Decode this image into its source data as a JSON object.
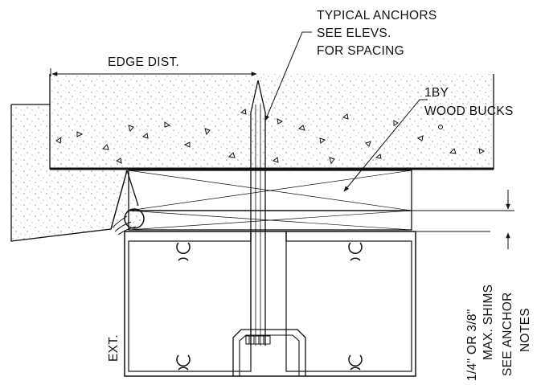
{
  "labels": {
    "anchor_line1": "TYPICAL ANCHORS",
    "anchor_line2": "SEE ELEVS.",
    "anchor_line3": "FOR SPACING",
    "edge_dist": "EDGE DIST.",
    "bucks_line1": "1BY",
    "bucks_line2": "WOOD BUCKS",
    "exterior": "EXT.",
    "shims_line1": "1/4\" OR 3/8\"",
    "shims_line2": "MAX. SHIMS",
    "shims_line3": "SEE ANCHOR",
    "shims_line4": "NOTES"
  }
}
